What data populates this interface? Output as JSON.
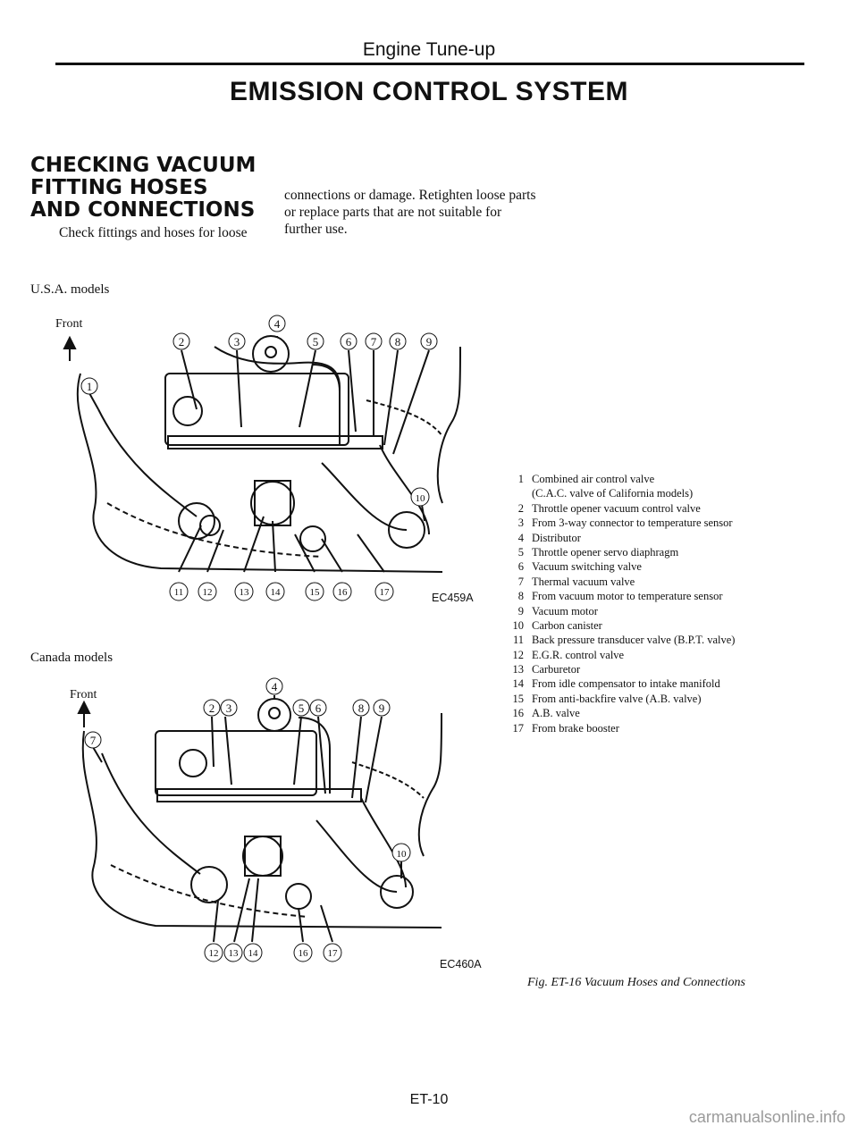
{
  "header": {
    "section": "Engine Tune-up",
    "title": "EMISSION CONTROL SYSTEM"
  },
  "article": {
    "heading_lines": [
      "CHECKING VACUUM",
      "FITTING HOSES",
      "AND CONNECTIONS"
    ],
    "intro_left": "Check fittings and hoses for loose",
    "intro_right": "connections or damage. Retighten loose parts or replace parts that are not suitable for further use."
  },
  "figures": [
    {
      "label": "U.S.A. models",
      "front": "Front",
      "code": "EC459A",
      "callouts_top": [
        "2",
        "3",
        "4",
        "5",
        "6",
        "7",
        "8",
        "9"
      ],
      "callouts_side": [
        "1",
        "10"
      ],
      "callouts_bottom": [
        "11",
        "12",
        "13",
        "14",
        "15",
        "16",
        "17"
      ]
    },
    {
      "label": "Canada models",
      "front": "Front",
      "code": "EC460A",
      "callouts_top": [
        "2",
        "3",
        "4",
        "5",
        "6",
        "8",
        "9"
      ],
      "callouts_side": [
        "7",
        "10"
      ],
      "callouts_bottom": [
        "12",
        "13",
        "14",
        "16",
        "17"
      ]
    }
  ],
  "legend": [
    {
      "num": "1",
      "text": "Combined air control valve"
    },
    {
      "num": "",
      "text": "(C.A.C. valve of California models)"
    },
    {
      "num": "2",
      "text": "Throttle opener vacuum control valve"
    },
    {
      "num": "3",
      "text": "From 3-way connector to temperature sensor"
    },
    {
      "num": "4",
      "text": "Distributor"
    },
    {
      "num": "5",
      "text": "Throttle opener servo diaphragm"
    },
    {
      "num": "6",
      "text": "Vacuum switching valve"
    },
    {
      "num": "7",
      "text": "Thermal vacuum valve"
    },
    {
      "num": "8",
      "text": "From vacuum motor to temperature sensor"
    },
    {
      "num": "9",
      "text": "Vacuum motor"
    },
    {
      "num": "10",
      "text": "Carbon canister"
    },
    {
      "num": "11",
      "text": "Back pressure transducer valve (B.P.T. valve)"
    },
    {
      "num": "12",
      "text": "E.G.R. control valve"
    },
    {
      "num": "13",
      "text": "Carburetor"
    },
    {
      "num": "14",
      "text": "From idle compensator to intake manifold"
    },
    {
      "num": "15",
      "text": "From anti-backfire valve (A.B. valve)"
    },
    {
      "num": "16",
      "text": "A.B. valve"
    },
    {
      "num": "17",
      "text": "From brake booster"
    }
  ],
  "caption": "Fig. ET-16 Vacuum Hoses and Connections",
  "page_number": "ET-10",
  "watermark": "carmanualsonline.info"
}
